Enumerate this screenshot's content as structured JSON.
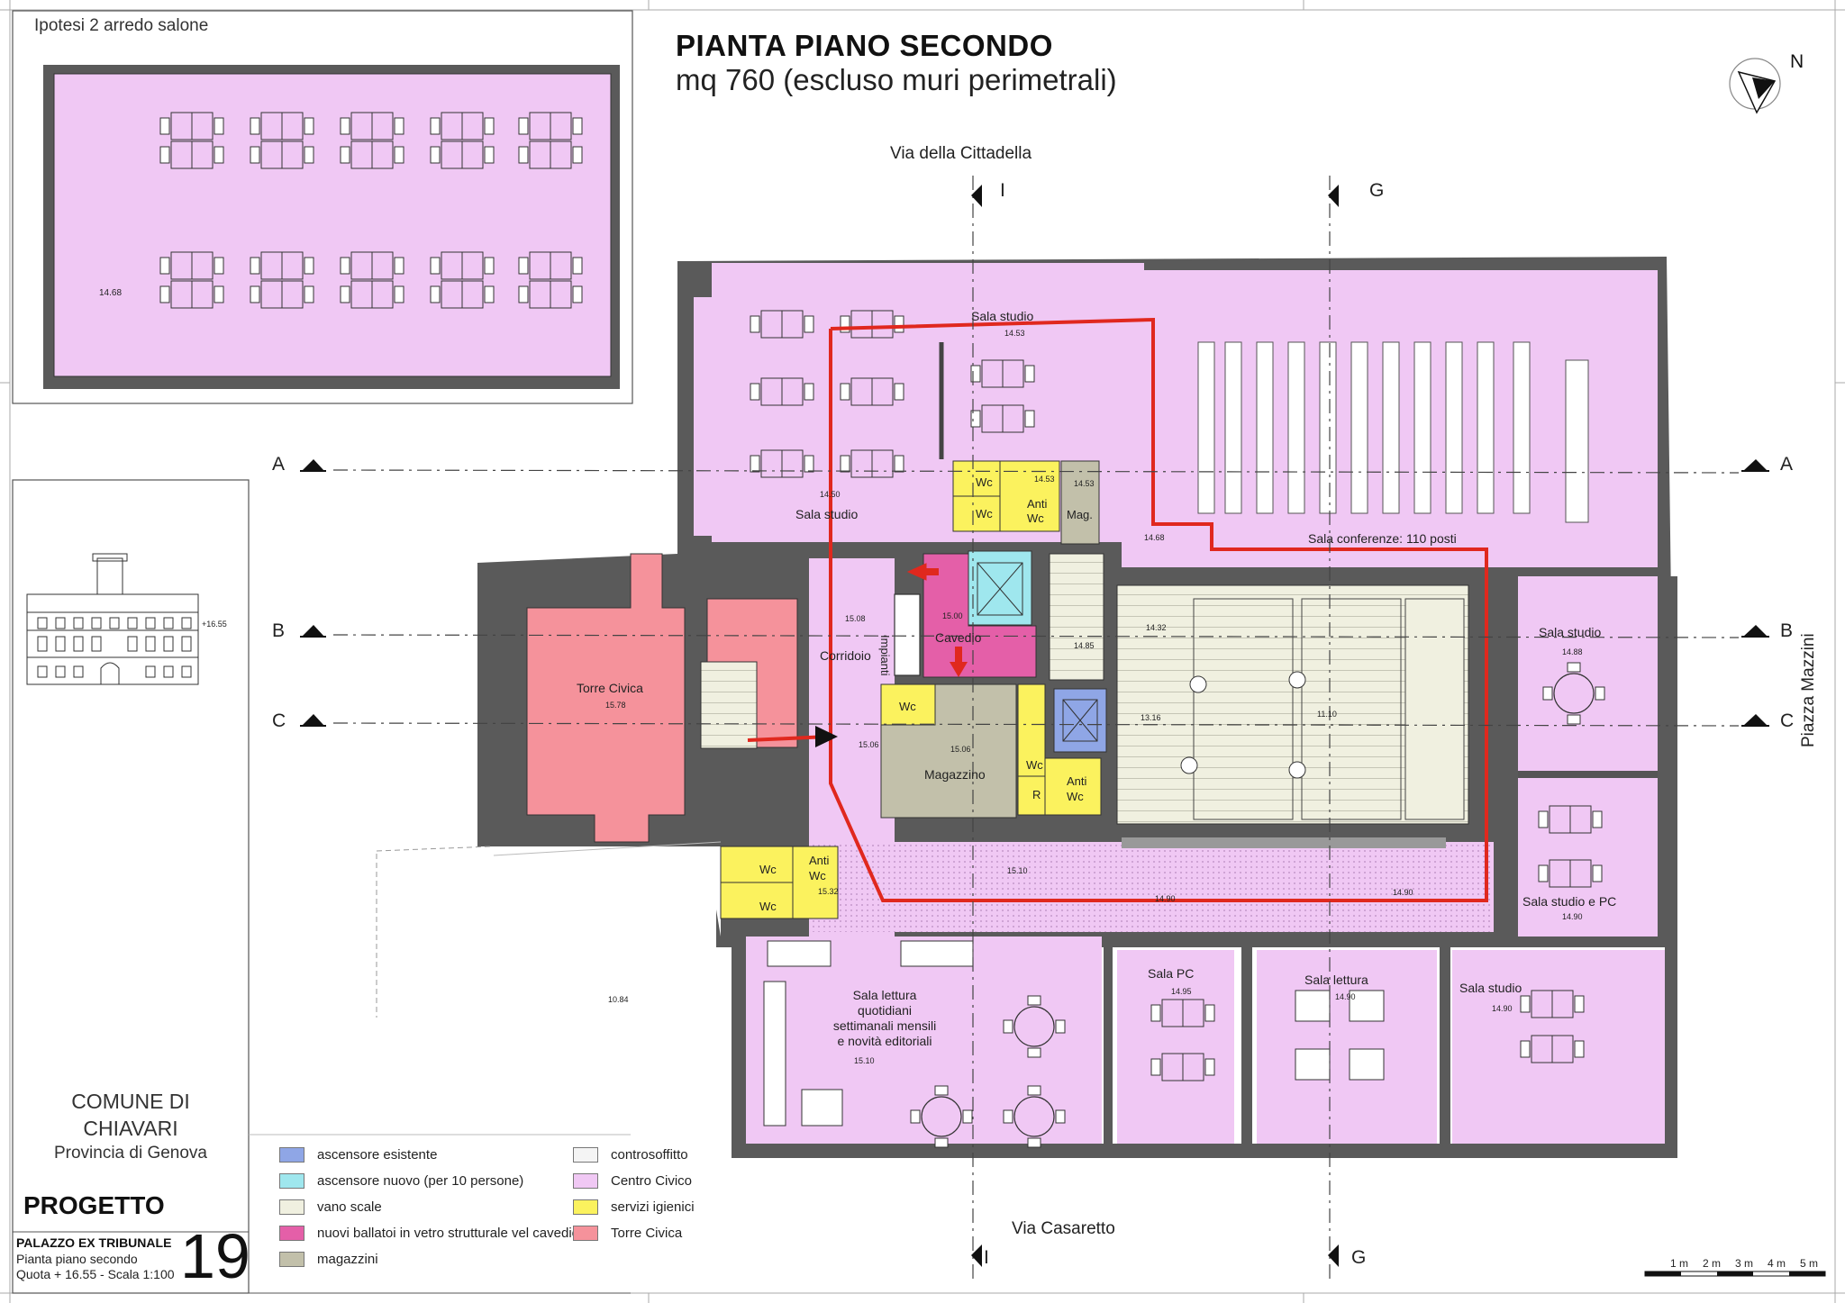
{
  "inset": {
    "title": "Ipotesi 2 arredo salone",
    "level": "14.68"
  },
  "title": {
    "main": "PIANTA PIANO SECONDO",
    "sub": "mq  760 (escluso muri perimetrali)"
  },
  "north": "N",
  "streets": {
    "top": "Via della Cittadella",
    "bottom": "Via Casaretto",
    "right": "Piazza Mazzini"
  },
  "sections": {
    "a": "A",
    "b": "B",
    "c": "C",
    "i": "I",
    "g": "G"
  },
  "rooms": {
    "sala_studio_top": "Sala studio",
    "sala_studio_left": "Sala studio",
    "sala_conferenze": "Sala conferenze: 110 posti",
    "wc1": "Wc",
    "wc2": "Wc",
    "anti1": "Anti",
    "wc_anti1": "Wc",
    "mag": "Mag.",
    "impianti": "Impianti",
    "cavedio": "Cavedio",
    "corridoio": "Corridoio",
    "torre": "Torre Civica",
    "wc3": "Wc",
    "magazzino": "Magazzino",
    "wc4": "Wc",
    "anti2": "Anti",
    "wc_anti2": "Wc",
    "r": "R",
    "wc5": "Wc",
    "anti3": "Anti",
    "wc_anti3": "Wc",
    "wc6": "Wc",
    "sala_studio_right": "Sala studio",
    "sala_studio_pc": "Sala studio e PC",
    "sala_lettura1_a": "Sala lettura",
    "sala_lettura1_b": "quotidiani",
    "sala_lettura1_c": "settimanali mensili",
    "sala_lettura1_d": "e novità editoriali",
    "sala_pc": "Sala PC",
    "sala_lettura2": "Sala lettura",
    "sala_studio_br": "Sala studio"
  },
  "levels": {
    "l1": "14.53",
    "l2": "14.53",
    "l3": "14.53",
    "l4": "14.50",
    "l5": "14.68",
    "l6": "15.08",
    "l7": "15.00",
    "l8": "14.85",
    "l9": "14.32",
    "l10": "15.78",
    "l11": "13.16",
    "l12": "11.10",
    "l13": "15.06",
    "l14": "15.06",
    "l15": "15.32",
    "l16": "15.10",
    "l17": "14.90",
    "l18": "14.90",
    "l19": "10.84",
    "l20": "15.10",
    "l21": "14.95",
    "l22": "14.90",
    "l23": "14.90",
    "l24": "14.88",
    "l25": "14.90"
  },
  "elevation_level": "+16.55",
  "title_block": {
    "comune_line1": "COMUNE DI",
    "comune_line2": "CHIAVARI",
    "provincia": "Provincia di Genova",
    "progetto": "PROGETTO",
    "palazzo": "PALAZZO EX TRIBUNALE",
    "pianta": "Pianta piano secondo",
    "quota": "Quota + 16.55 - Scala 1:100",
    "sheet_number": "19"
  },
  "legend": [
    {
      "label": "ascensore esistente",
      "color": "#8fa6e6"
    },
    {
      "label": "ascensore nuovo (per 10 persone)",
      "color": "#9fe7ee"
    },
    {
      "label": "vano scale",
      "color": "#f0f0e0"
    },
    {
      "label": "nuovi ballatoi in vetro strutturale vel cavedio",
      "color": "#e45fa8"
    },
    {
      "label": "magazzini",
      "color": "#c2c0aa"
    },
    {
      "label": "controsoffitto",
      "color": "#f4f4f4"
    },
    {
      "label": "Centro Civico",
      "color": "#f0c8f4"
    },
    {
      "label": "servizi igienici",
      "color": "#fbf25e"
    },
    {
      "label": "Torre Civica",
      "color": "#f5929b"
    }
  ],
  "scale_bar": {
    "m1": "1 m",
    "m2": "2 m",
    "m3": "3 m",
    "m4": "4 m",
    "m5": "5 m"
  }
}
